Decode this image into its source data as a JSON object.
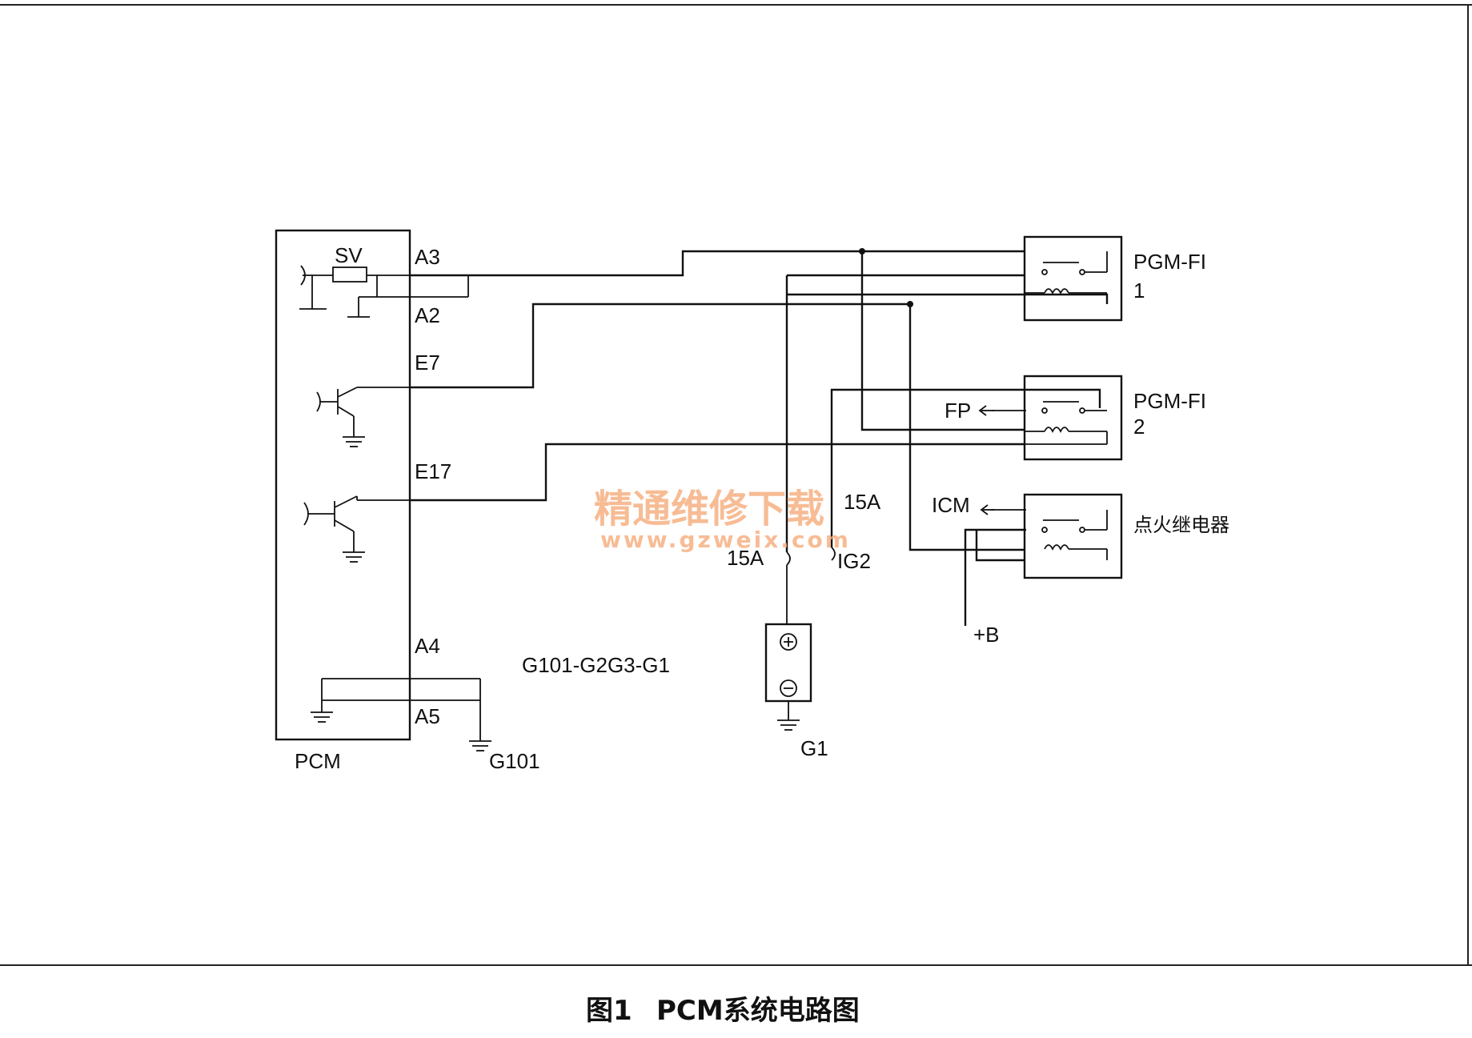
{
  "labels": {
    "sv": "SV",
    "a3": "A3",
    "a2": "A2",
    "e7": "E7",
    "e17": "E17",
    "a4": "A4",
    "a5": "A5",
    "pcm": "PCM",
    "g101": "G101",
    "ground_path": "G101-G2G3-G1",
    "fuse_left": "15A",
    "fuse_right": "15A",
    "ig2": "IG2",
    "g1": "G1",
    "fp": "FP",
    "icm": "ICM",
    "plus_b": "+B",
    "relay1_name": "PGM-FI",
    "relay1_num": "1",
    "relay2_name": "PGM-FI",
    "relay2_num": "2",
    "relay3_name": "点火继电器"
  },
  "watermark": {
    "text": "精通维修下载",
    "url": "www.gzweix.com",
    "color": "#f6b183"
  },
  "caption": {
    "figure": "图1",
    "title": "PCM系统电路图"
  }
}
